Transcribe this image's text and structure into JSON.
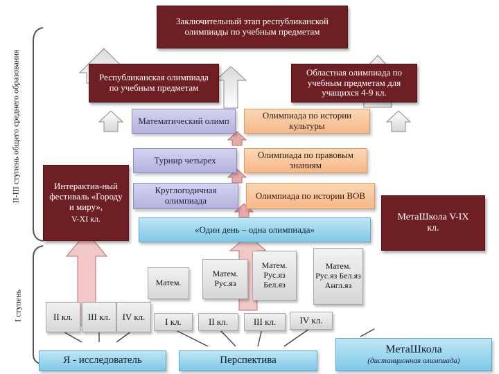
{
  "side_labels": {
    "stage_2_3": "II-III ступень общего среднего образования",
    "stage_1": "I ступень"
  },
  "top": {
    "final_stage": "Заключительный этап республиканской олимпиады по учебным предметам"
  },
  "level2": {
    "republic": "Республиканская олимпиада по учебным предметам",
    "regional": "Областная олимпиада по учебным предметам для учащихся 4-9 кл."
  },
  "center": {
    "math_olymp": "Математический олимп",
    "history_culture": "Олимпиада по истории культуры",
    "four_tournament": "Турнир четырех",
    "law": "Олимпиада по правовым знаниям",
    "year_round": "Круглогодичная олимпиада",
    "wwii": "Олимпиада по истории ВОВ",
    "one_day": "«Один день – одна олимпиада»"
  },
  "festival": {
    "title": "Интерактив-ный фестиваль «Городу и миру»,",
    "grades": "V-XI кл."
  },
  "metaschool_right": "МетаШкола V-IX кл.",
  "callouts": [
    "Матем.",
    "Матем. Рус.яз",
    "Матем. Рус.яз Бел.яз",
    "Матем. Рус.яз Бел.яз Англ.яз"
  ],
  "grades_left": [
    "II кл.",
    "III кл.",
    "IV кл."
  ],
  "grades_right": [
    "I кл.",
    "II кл.",
    "III кл.",
    "IV кл."
  ],
  "bottom": {
    "researcher": "Я - исследователь",
    "perspective": "Перспектива",
    "metaschool_title": "МетаШкола",
    "metaschool_sub": "(дистанционная олимпиада)"
  }
}
